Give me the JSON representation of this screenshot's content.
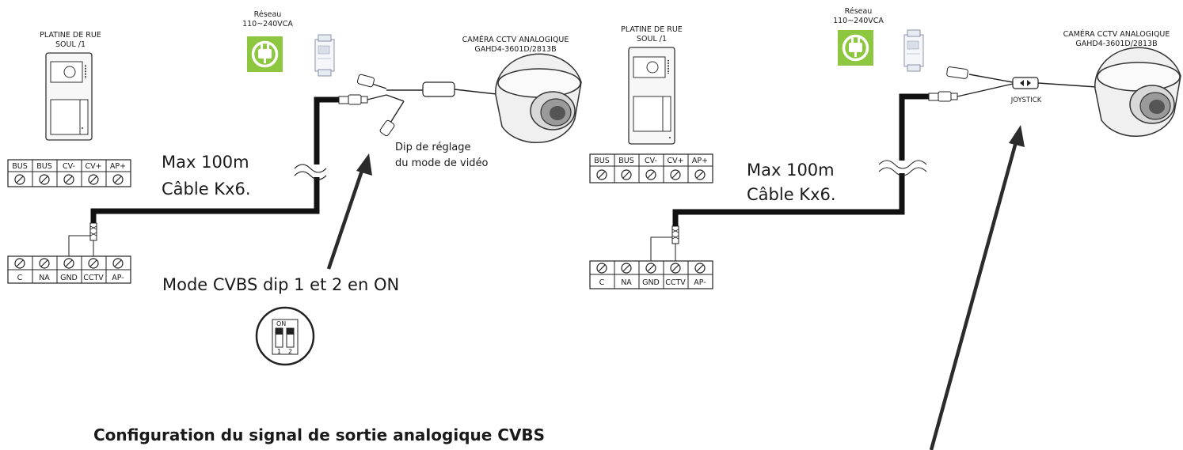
{
  "left": {
    "door_panel": {
      "title_line1": "PLATINE DE RUE",
      "title_line2": "SOUL /1"
    },
    "network": {
      "line1": "Réseau",
      "line2": "110~240VCA"
    },
    "camera": {
      "line1": "CAMÉRA CCTV ANALOGIQUE",
      "line2": "GAHD4-3601D/2813B"
    },
    "top_terminals": [
      "BUS",
      "BUS",
      "CV-",
      "CV+",
      "AP+"
    ],
    "bottom_terminals": [
      "C",
      "NA",
      "GND",
      "CCTV",
      "AP-"
    ],
    "cable_length": "Max 100m",
    "cable_type": "Câble Kx6.",
    "dip_label_line1": "Dip de réglage",
    "dip_label_line2": "du mode de vidéo",
    "mode_text": "Mode CVBS dip 1 et 2 en ON",
    "dip_switch": {
      "on_label": "ON",
      "label_1": "1",
      "label_2": "2"
    }
  },
  "right": {
    "door_panel": {
      "title_line1": "PLATINE DE RUE",
      "title_line2": "SOUL /1"
    },
    "network": {
      "line1": "Réseau",
      "line2": "110~240VCA"
    },
    "camera": {
      "line1": "CAMÉRA CCTV ANALOGIQUE",
      "line2": "GAHD4-3601D/2813B"
    },
    "top_terminals": [
      "BUS",
      "BUS",
      "CV-",
      "CV+",
      "AP+"
    ],
    "bottom_terminals": [
      "C",
      "NA",
      "GND",
      "CCTV",
      "AP-"
    ],
    "cable_length": "Max 100m",
    "cable_type": "Câble Kx6.",
    "joystick_label": "JOYSTICK"
  },
  "section_title": "Configuration du signal de sortie analogique CVBS",
  "colors": {
    "power_icon_green": "#8dc63f",
    "cable": "#111111",
    "arrow": "#2b2b2b"
  },
  "icons": {
    "power": "power-plug-icon",
    "psu": "din-rail-power-supply-icon"
  }
}
